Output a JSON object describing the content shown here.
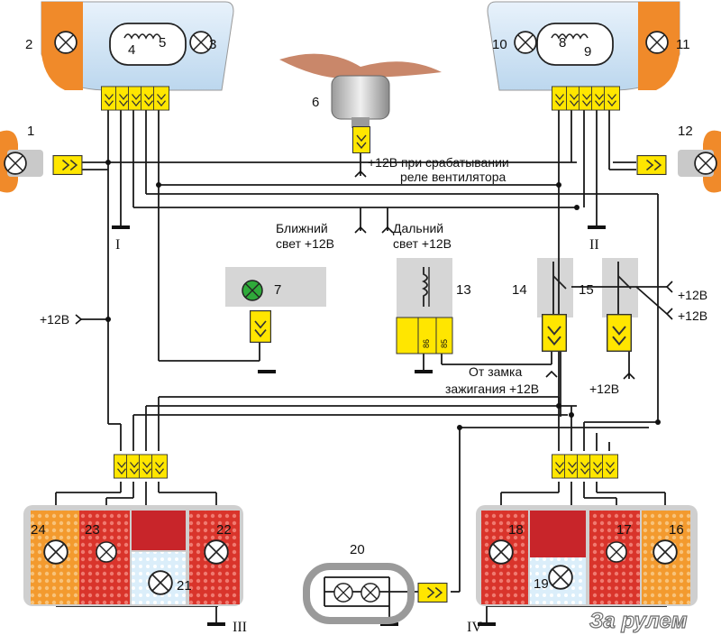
{
  "components": {
    "n1": "1",
    "n2": "2",
    "n3": "3",
    "n4": "4",
    "n5": "5",
    "n6": "6",
    "n7": "7",
    "n8": "8",
    "n9": "9",
    "n10": "10",
    "n11": "11",
    "n12": "12",
    "n13": "13",
    "n14": "14",
    "n15": "15",
    "n16": "16",
    "n17": "17",
    "n18": "18",
    "n19": "19",
    "n20": "20",
    "n21": "21",
    "n22": "22",
    "n23": "23",
    "n24": "24"
  },
  "grounds": {
    "g1": "I",
    "g2": "II",
    "g3": "III",
    "g4": "IV"
  },
  "supply": {
    "fan_line1": "+12В при срабатывании",
    "fan_line2": "реле вентилятора",
    "low_beam_line1": "Ближний",
    "low_beam_line2": "свет +12В",
    "high_beam_line1": "Дальний",
    "high_beam_line2": "свет +12В",
    "left": "+12В",
    "right1": "+12В",
    "right2": "+12В",
    "ignition_line1": "От замка",
    "ignition_line2": "зажигания +12В",
    "switch15": "+12В"
  },
  "relay": {
    "pin86": "86",
    "pin85": "85"
  },
  "watermark": "За рулем",
  "colors": {
    "connector": "#ffe600",
    "turn_signal": "#f08a2a",
    "tail_red": "#d9342b",
    "indicator_green": "#2faa3a",
    "housing_grey": "#cfcfcf"
  }
}
